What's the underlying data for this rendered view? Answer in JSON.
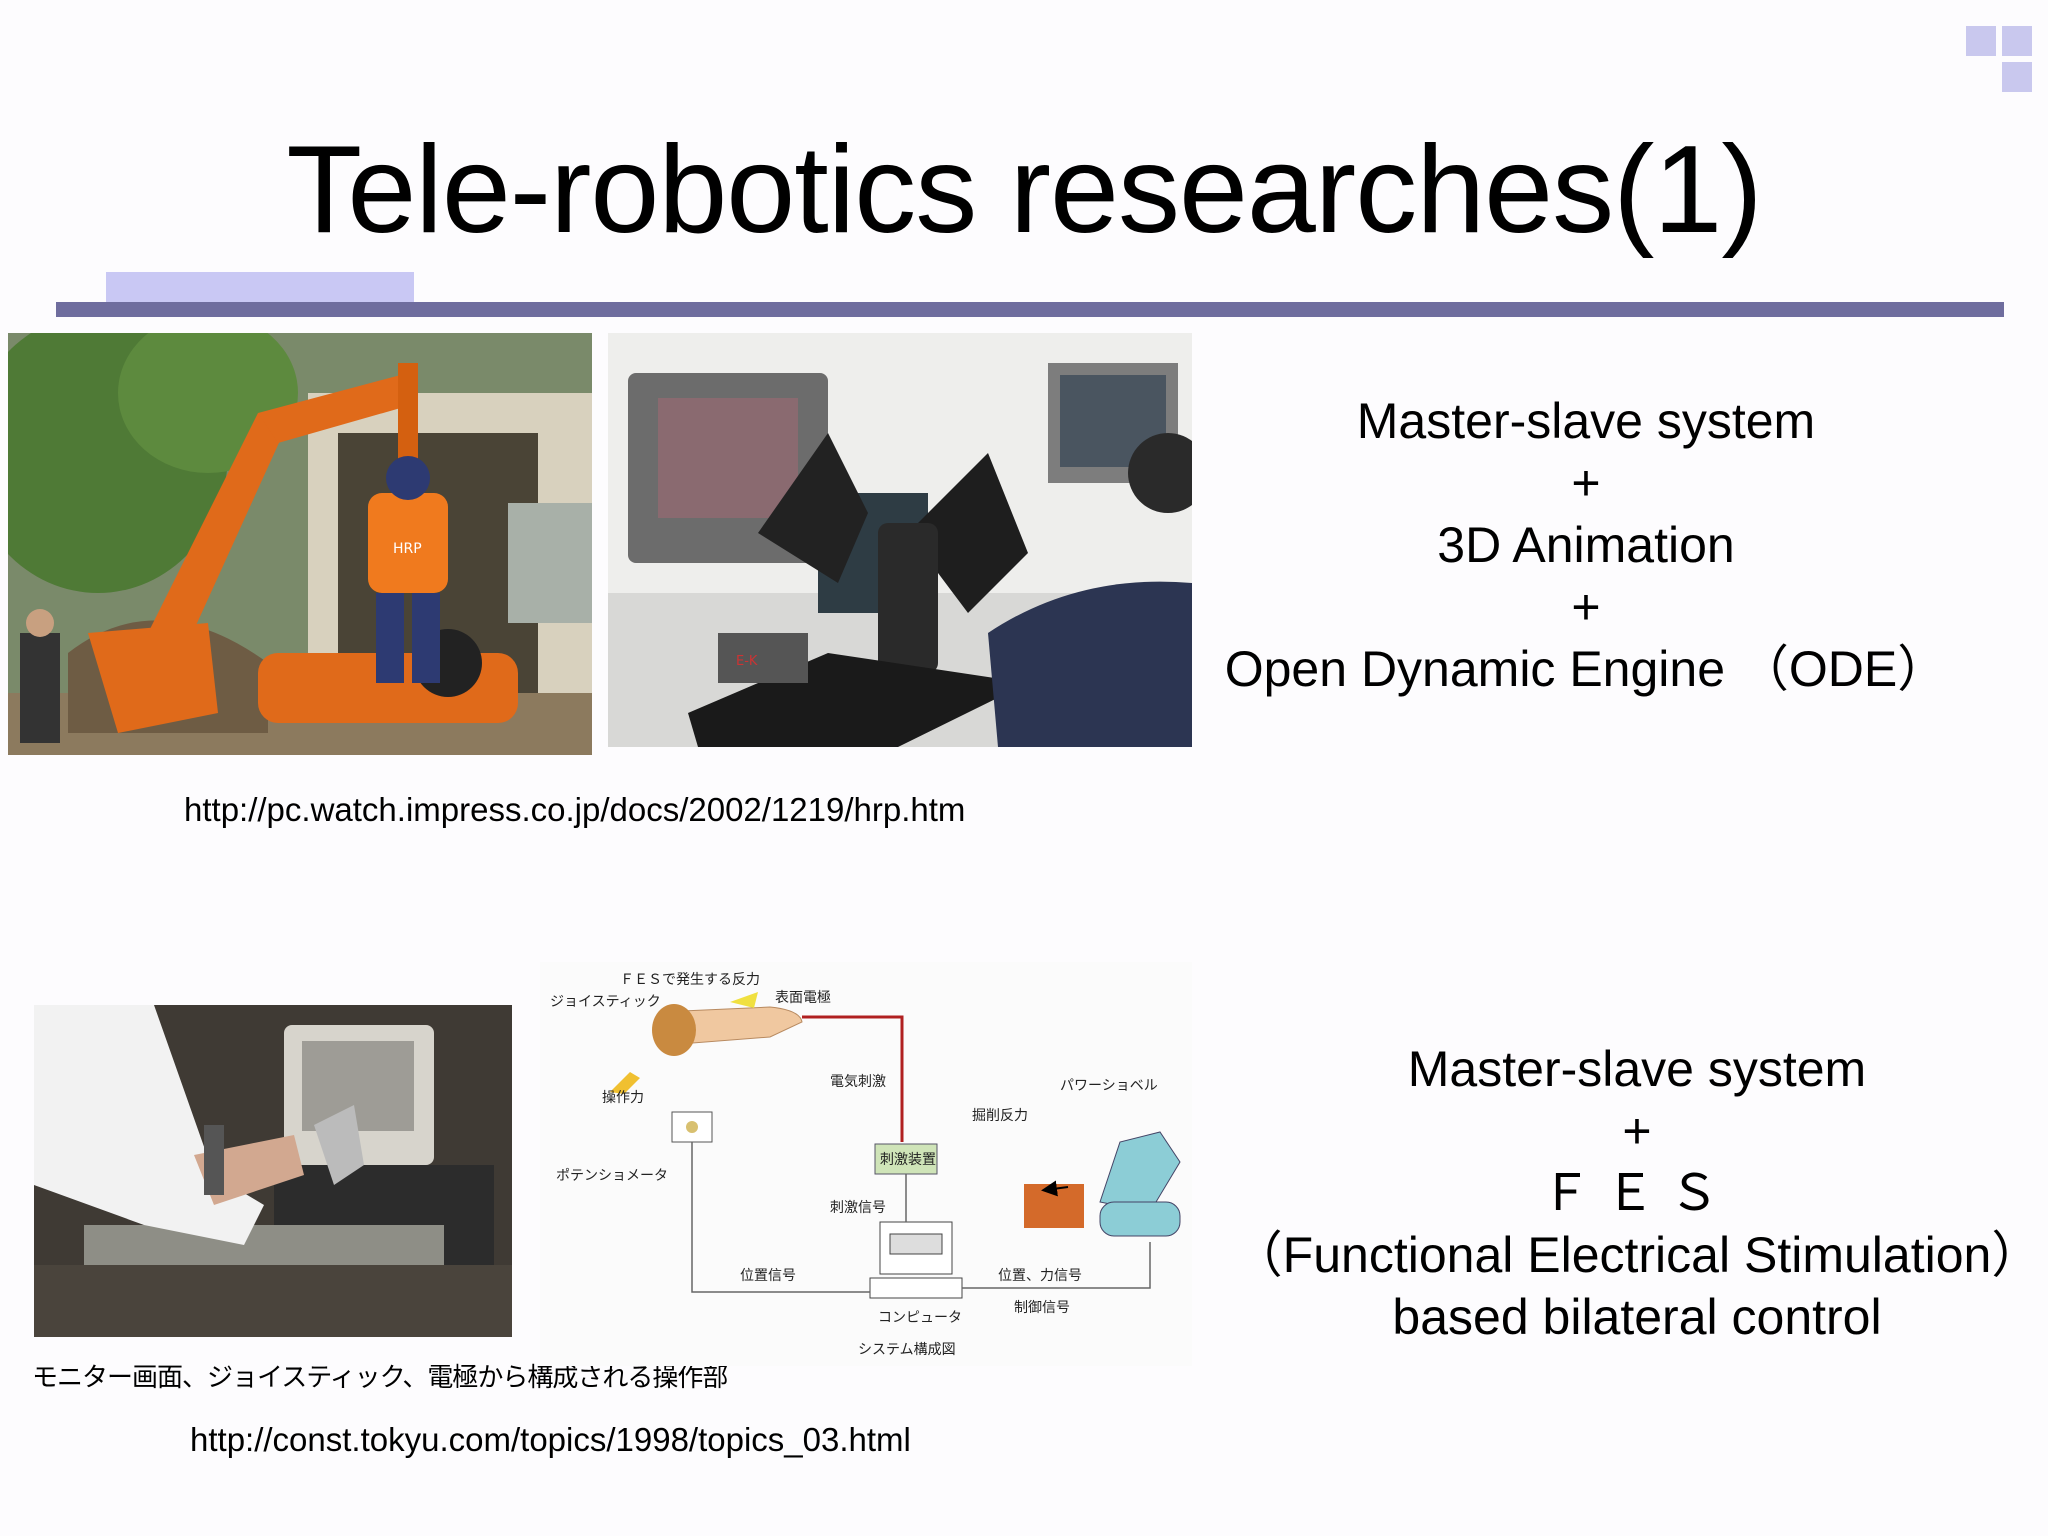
{
  "slide": {
    "title": "Tele-robotics researches(1)"
  },
  "top_section": {
    "url": "http://pc.watch.impress.co.jp/docs/2002/1219/hrp.htm",
    "photo1_sign": "HRP",
    "photo2_sign": "E-K",
    "text_lines": [
      "Master-slave system",
      "+",
      "3D Animation",
      "+",
      "Open Dynamic Engine （ODE）"
    ]
  },
  "bottom_section": {
    "url": "http://const.tokyu.com/topics/1998/topics_03.html",
    "photo_caption": "モニター画面、ジョイスティック、電極から構成される操作部",
    "diagram": {
      "fes_reaction": "ＦＥＳで発生する反力",
      "joystick": "ジョイスティック",
      "surface_electrode": "表面電極",
      "operating_force": "操作力",
      "electric_stim": "電気刺激",
      "power_shovel": "パワーショベル",
      "excavation_reaction": "掘削反力",
      "potentiometer": "ポテンショメータ",
      "stim_device": "刺激装置",
      "stim_signal": "刺激信号",
      "position_signal": "位置信号",
      "position_force_signal": "位置、力信号",
      "control_signal": "制御信号",
      "computer": "コンピュータ",
      "system_diagram": "システム構成図"
    },
    "text_lines": [
      "Master-slave system",
      "+",
      "ＦＥＳ",
      "（Functional Electrical Stimulation）",
      "based bilateral control"
    ]
  },
  "colors": {
    "rule": "#6f6d9e",
    "accent": "#c9c8f4",
    "excavator": "#e06a1a"
  }
}
